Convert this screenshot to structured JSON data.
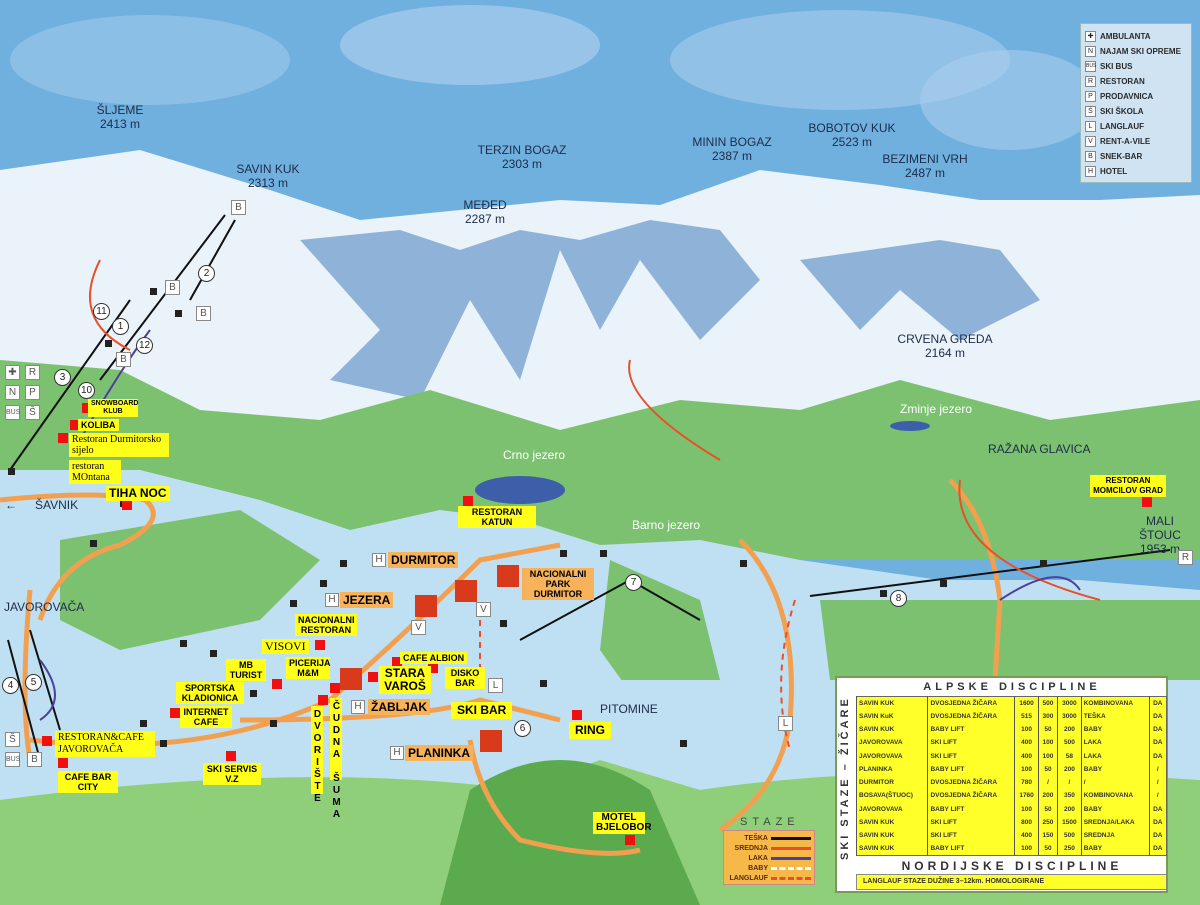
{
  "peaks": [
    {
      "name": "ŠLJEME",
      "alt": "2413 m"
    },
    {
      "name": "SAVIN KUK",
      "alt": "2313 m"
    },
    {
      "name": "TERZIN BOGAZ",
      "alt": "2303 m"
    },
    {
      "name": "MEĐED",
      "alt": "2287 m"
    },
    {
      "name": "MININ BOGAZ",
      "alt": "2387 m"
    },
    {
      "name": "BOBOTOV KUK",
      "alt": "2523 m"
    },
    {
      "name": "BEZIMENI VRH",
      "alt": "2487 m"
    },
    {
      "name": "CRVENA GREDA",
      "alt": "2164 m"
    },
    {
      "name": "MALI ŠTOUC",
      "alt": "1953 m"
    }
  ],
  "places": {
    "razana": "RAŽANA GLAVICA",
    "savnik": "ŠAVNIK",
    "savnik_arrow": "←",
    "javorovaca": "JAVOROVAČA",
    "pitomine": "PITOMINE"
  },
  "lakes": {
    "zminje": "Zminje jezero",
    "crno": "Crno jezero",
    "barno": "Barno jezero"
  },
  "labels": {
    "snowboard": "SNOWBOARD KLUB",
    "koliba": "KOLIBA",
    "durmitorsko": "Restoran Durmitorsko sijelo",
    "montana": "restoran MOntana",
    "tiha": "TIHA NOC",
    "katun": "RESTORAN KATUN",
    "durmitor": "DURMITOR",
    "np": "NACIONALNI PARK DURMITOR",
    "jezera": "JEZERA",
    "nacrest": "NACIONALNI RESTORAN",
    "visovi": "VISOVI",
    "picerija": "PICERIJA M&M",
    "mbturist": "MB TURIST",
    "albion": "CAFE ALBION",
    "stara": "STARA VAROŠ",
    "disko": "DISKO BAR",
    "zabljak": "ŽABLJAK",
    "skibar": "SKI BAR",
    "sportska": "SPORTSKA KLADIONICA",
    "internet": "INTERNET CAFE",
    "javrest": "RESTORAN&CAFE JAVOROVAČA",
    "city": "CAFE BAR CITY",
    "skiservis": "SKI SERVIS V.Z",
    "dvoriste": "DVORIŠTE",
    "cudna": "ČUDNA ŠUMA",
    "planinka": "PLANINKA",
    "ring": "RING",
    "motel": "MOTEL BJELOBOR",
    "momcilov": "RESTORAN MOMCILOV GRAD"
  },
  "lifts": [
    "1",
    "2",
    "3",
    "4",
    "5",
    "6",
    "7",
    "8",
    "10",
    "11",
    "12"
  ],
  "symbols": {
    "H": "H",
    "B": "B",
    "V": "V",
    "L": "L",
    "R": "R",
    "N": "N",
    "P": "P",
    "S": "Š",
    "BUS": "BUS",
    "plus": "✚"
  },
  "legend": [
    {
      "icon": "✚",
      "label": "AMBULANTA"
    },
    {
      "icon": "N",
      "label": "NAJAM SKI OPREME"
    },
    {
      "icon": "BUS",
      "label": "SKI BUS"
    },
    {
      "icon": "R",
      "label": "RESTORAN"
    },
    {
      "icon": "P",
      "label": "PRODAVNICA"
    },
    {
      "icon": "Š",
      "label": "SKI ŠKOLA"
    },
    {
      "icon": "L",
      "label": "LANGLAUF"
    },
    {
      "icon": "V",
      "label": "RENT-A-VILE"
    },
    {
      "icon": "B",
      "label": "SNEK-BAR"
    },
    {
      "icon": "H",
      "label": "HOTEL"
    }
  ],
  "staze": {
    "title": "STAZE",
    "items": [
      {
        "label": "TEŠKA",
        "color": "#111111"
      },
      {
        "label": "SREDNJA",
        "color": "#e8502a"
      },
      {
        "label": "LAKA",
        "color": "#4b3fa0"
      },
      {
        "label": "BABY",
        "color": "#ffffff"
      },
      {
        "label": "LANGLAUF",
        "color": "#e8502a"
      }
    ]
  },
  "table": {
    "side_title": "SKI STAZE – ŽIČARE",
    "alpine_title": "ALPSKE DISCIPLINE",
    "rows": [
      [
        "SAVIN KUK",
        "DVOSJEDNA ŽIČARA",
        "1600",
        "500",
        "3000",
        "KOMBINOVANA",
        "DA"
      ],
      [
        "SAVIN KuK",
        "DVOSJEDNA ŽIČARA",
        "515",
        "300",
        "3000",
        "TEŠKA",
        "DA"
      ],
      [
        "SAVIN KUK",
        "BABY LIFT",
        "100",
        "50",
        "200",
        "BABY",
        "DA"
      ],
      [
        "JAVOROVAVA",
        "SKI LIFT",
        "400",
        "100",
        "500",
        "LAKA",
        "DA"
      ],
      [
        "JAVOROVAVA",
        "SKI LIFT",
        "400",
        "100",
        "58",
        "LAKA",
        "DA"
      ],
      [
        "PLANINKA",
        "BABY LIFT",
        "100",
        "50",
        "200",
        "BABY",
        "/"
      ],
      [
        "DURMITOR",
        "DVOSJEDNA ŽIČARA",
        "780",
        "/",
        "/",
        "/",
        "/"
      ],
      [
        "BOSAVA(ŠTUOC)",
        "DVOSJEDNA ŽIČARA",
        "1760",
        "200",
        "350",
        "KOMBINOVANA",
        "/"
      ],
      [
        "JAVOROVAVA",
        "BABY LIFT",
        "100",
        "50",
        "200",
        "BABY",
        "DA"
      ],
      [
        "SAVIN KUK",
        "SKI LIFT",
        "800",
        "250",
        "1500",
        "SREDNJA/LAKA",
        "DA"
      ],
      [
        "SAVIN KUK",
        "SKI LIFT",
        "400",
        "150",
        "500",
        "SREDNJA",
        "DA"
      ],
      [
        "SAVIN KUK",
        "BABY LIFT",
        "100",
        "50",
        "250",
        "BABY",
        "DA"
      ]
    ],
    "nordic_title": "NORDIJSKE DISCIPLINE",
    "nordic_text": "LANGLAUF STAZE DUŽINE 3–12km. HOMOLOGIRANE"
  }
}
